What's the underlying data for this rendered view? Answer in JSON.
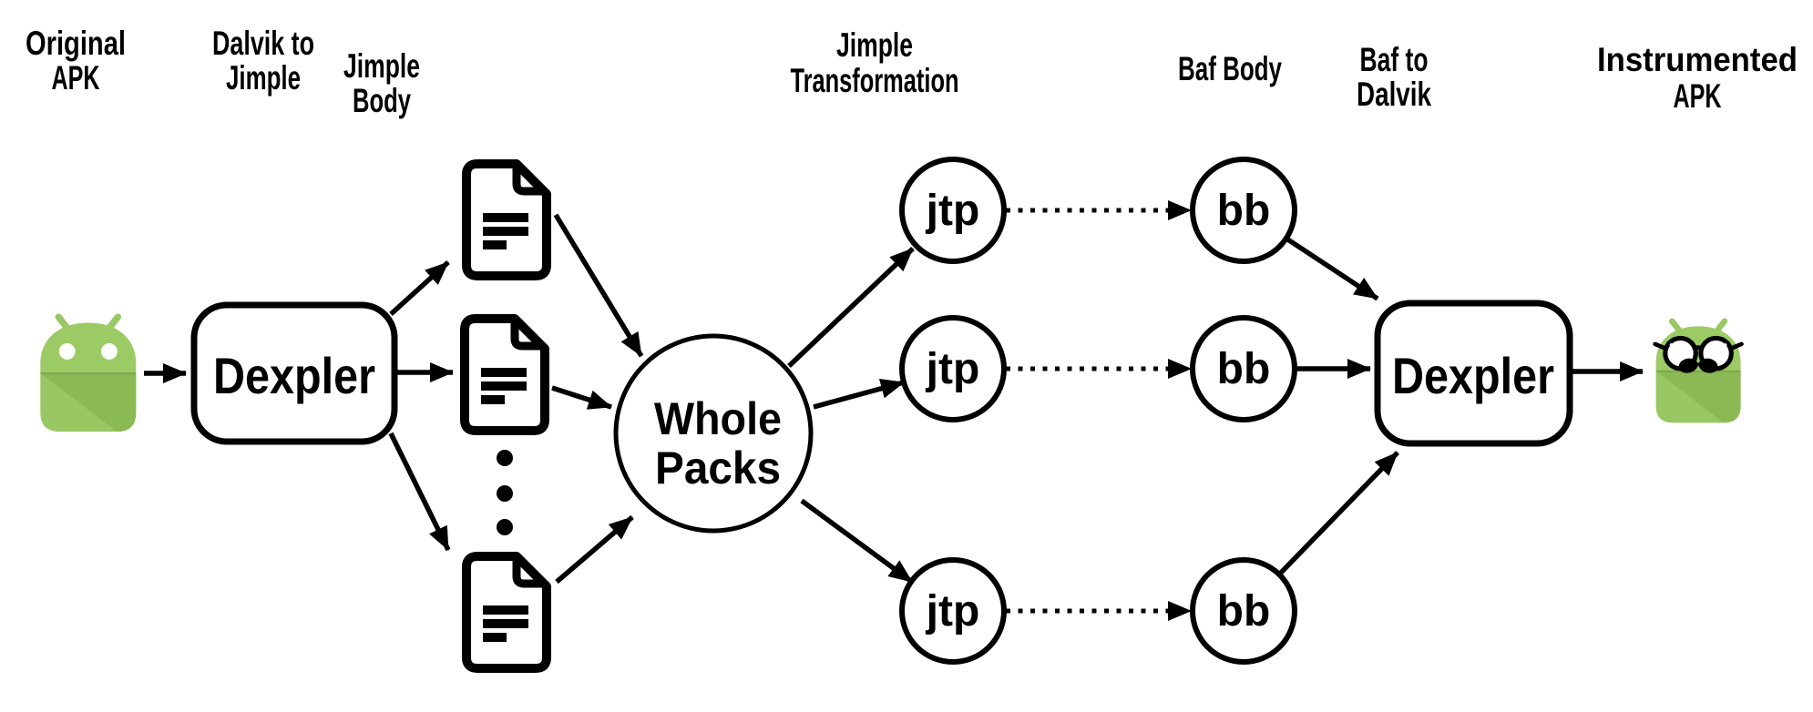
{
  "stage_labels": {
    "original_apk": {
      "line1": "Original",
      "line2": "APK"
    },
    "dalvik_to_jimple": {
      "line1": "Dalvik to",
      "line2": "Jimple"
    },
    "jimple_body": {
      "line1": "Jimple",
      "line2": "Body"
    },
    "jimple_transformation": {
      "line1": "Jimple",
      "line2": "Transformation"
    },
    "baf_body": {
      "line1": "Baf Body"
    },
    "baf_to_dalvik": {
      "line1": "Baf to",
      "line2": "Dalvik"
    },
    "instrumented_apk": {
      "line1": "Instrumented",
      "line2": "APK"
    }
  },
  "nodes": {
    "dexpler_left": "Dexpler",
    "dexpler_right": "Dexpler",
    "whole_packs": {
      "line1": "Whole",
      "line2": "Packs"
    },
    "jtp_top": "jtp",
    "jtp_middle": "jtp",
    "jtp_bottom": "jtp",
    "bb_top": "bb",
    "bb_middle": "bb",
    "bb_bottom": "bb"
  },
  "icons": {
    "original_android": "android-robot",
    "instrumented_android": "android-robot-with-glasses-and-mustache",
    "jimple_document": "document-file",
    "ellipsis": "vertical-ellipsis-dots"
  },
  "colors": {
    "android_green_head": "#9CCB66",
    "android_green_body": "#99C763",
    "android_green_shade": "#8BB954",
    "diagram_stroke": "#000000",
    "node_fill": "#FFFFFF"
  }
}
